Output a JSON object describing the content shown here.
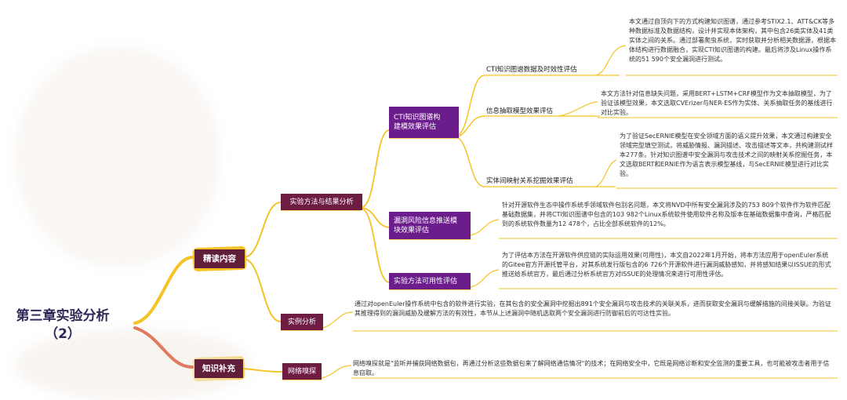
{
  "root": {
    "title_line1": "第三章实验分析",
    "title_line2": "（2）"
  },
  "branches": {
    "reading": {
      "label": "精读内容"
    },
    "knowledge": {
      "label": "知识补充"
    }
  },
  "reading_children": {
    "methods": {
      "label": "实验方法与结果分析"
    },
    "case": {
      "label": "实例分析"
    }
  },
  "knowledge_children": {
    "sniff": {
      "label": "网络嗅探"
    }
  },
  "methods_children": {
    "cti_eval": {
      "line1": "CTI知识图谱构",
      "line2": "建模效果评估"
    },
    "vuln_push": {
      "line1": "漏洞风险信息推送模",
      "line2": "块效果评估"
    },
    "usability": {
      "label": "实验方法可用性评估"
    }
  },
  "cti_children": {
    "data": {
      "label": "CTI知识图谱数据及时效性评估"
    },
    "extract": {
      "label": "信息抽取模型效果评估"
    },
    "mapping": {
      "label": "实体间映射关系挖掘效果评估"
    }
  },
  "notes": {
    "data_note": "本文通过自顶向下的方式构建知识图谱，通过参考STIX2.1、ATT&CK等多种数据标准及数据结构，设计并实现本体架构，其中包含26类实体及41类实体之间的关系。通过部署爬虫系统，实时获取并分析相关数据源，根据本体结构进行数据融合，实现CTI知识图谱的构建。最后将涉及Linux操作系统的51 590个安全漏洞进行测试。",
    "extract_note": "本文方法针对信息缺失问题，采用BERT+LSTM+CRF模型作为文本抽取模型，为了验证该模型效果，本文选取CVErizer与NER-ES作为实体、关系抽取任务的基线进行对比实验。",
    "mapping_note": "为了验证SecERNIE模型在安全领域方面的语义提升效果，本文通过构建安全领域完型填空测试，将威胁情报、漏洞描述、攻击描述等文本，共构建测试样本277条。针对知识图谱中安全漏洞与攻击技术之间的映射关系挖掘任务，本文选取BERT和ERNIE作为语言表示模型基线，与SecERNIE模型进行对比实验。",
    "vuln_note": "针对开源软件生态中操作系统手领域软件包别名问题，本文将NVD中所有安全漏洞涉及的753 809个软件作为软件匹配基础数据集，并将CTI知识图谱中包含的103 982个Linux系统软件使用软件名称及版本在基础数据集中查询，严格匹配到的系统软件数量为12 478个，占比全部系统软件的12%。",
    "usability_note": "为了评估本方法在开源软件供应链的实际运用效果(可用性)，本文自2022年1月开始，将本方法应用于openEuler系统的Gitee官方开源托管平台，对其系统发行版包含的6 726个开源软件进行漏洞威胁感知，并将感知结果以ISSUE的形式推送给系统官方，最后通过分析系统官方对ISSUE的处理情况来进行可用性评估。",
    "case_note": "通过对openEuler操作系统中包含的软件进行实验，在其包含的安全漏洞中挖掘出891个安全漏洞与攻击技术的关联关系，进而获取安全漏洞与缓解措施的间接关联。为验证其推理得到的漏洞威胁及缓解方法的有效性，本节从上述漏洞中随机选取两个安全漏洞进行防御前后的可达性实验。",
    "sniff_note": "网络嗅探就是\"监听并捕获网络数据包，再通过分析这些数据包来了解网络通信情况\"的技术；在网络安全中，它既是网络诊断和安全监测的重要工具，也可能被攻击者用于信息窃取。"
  },
  "colors": {
    "branch_line": "#f5c324",
    "sub_line": "#e8c84a",
    "knowledge_line": "#e07a5f",
    "root_text": "#2e2a57",
    "node_dark": "#6e1c42",
    "node_purple": "#6b1d8c"
  }
}
